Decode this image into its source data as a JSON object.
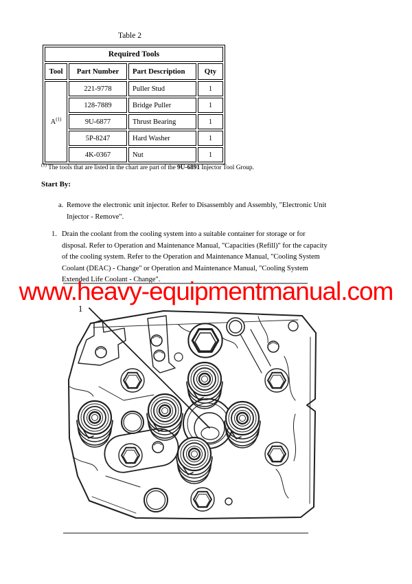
{
  "document": {
    "table_caption": "Table 2",
    "required_tools_table": {
      "title": "Required Tools",
      "columns": [
        "Tool",
        "Part Number",
        "Part Description",
        "Qty"
      ],
      "tool_label": "A",
      "tool_sup": "(1)",
      "rows": [
        {
          "part_number": "221-9778",
          "part_description": "Puller Stud",
          "qty": "1"
        },
        {
          "part_number": "128-7889",
          "part_description": "Bridge Puller",
          "qty": "1"
        },
        {
          "part_number": "9U-6877",
          "part_description": "Thrust Bearing",
          "qty": "1"
        },
        {
          "part_number": "5P-8247",
          "part_description": "Hard Washer",
          "qty": "1"
        },
        {
          "part_number": "4K-0367",
          "part_description": "Nut",
          "qty": "1"
        }
      ],
      "footnote": {
        "sup": "(1)",
        "pre": " The tools that are listed in the chart are part of the ",
        "bold": "9U-6891",
        "post": " Injector Tool Group."
      }
    },
    "start_by": {
      "heading": "Start By:",
      "item_a": {
        "marker": "a.",
        "lines": [
          "Remove the electronic unit injector. Refer to Disassembly and Assembly, \"Electronic Unit",
          "Injector - Remove\"."
        ]
      }
    },
    "step_1": {
      "marker": "1.",
      "lines": [
        "Drain the coolant from the cooling system into a suitable container for storage or for",
        "disposal. Refer to Operation and Maintenance Manual, \"Capacities (Refill)\" for the capacity",
        "of the cooling system. Refer to the Operation and Maintenance Manual, \"Cooling System",
        "Coolant (DEAC) - Change\" or Operation and Maintenance Manual, \"Cooling System",
        "Extended Life Coolant - Change\"."
      ]
    },
    "watermark": {
      "text": "www.heavy-equipmentmanual.com",
      "color": "#ff0000"
    },
    "figure": {
      "callout": "1"
    }
  }
}
